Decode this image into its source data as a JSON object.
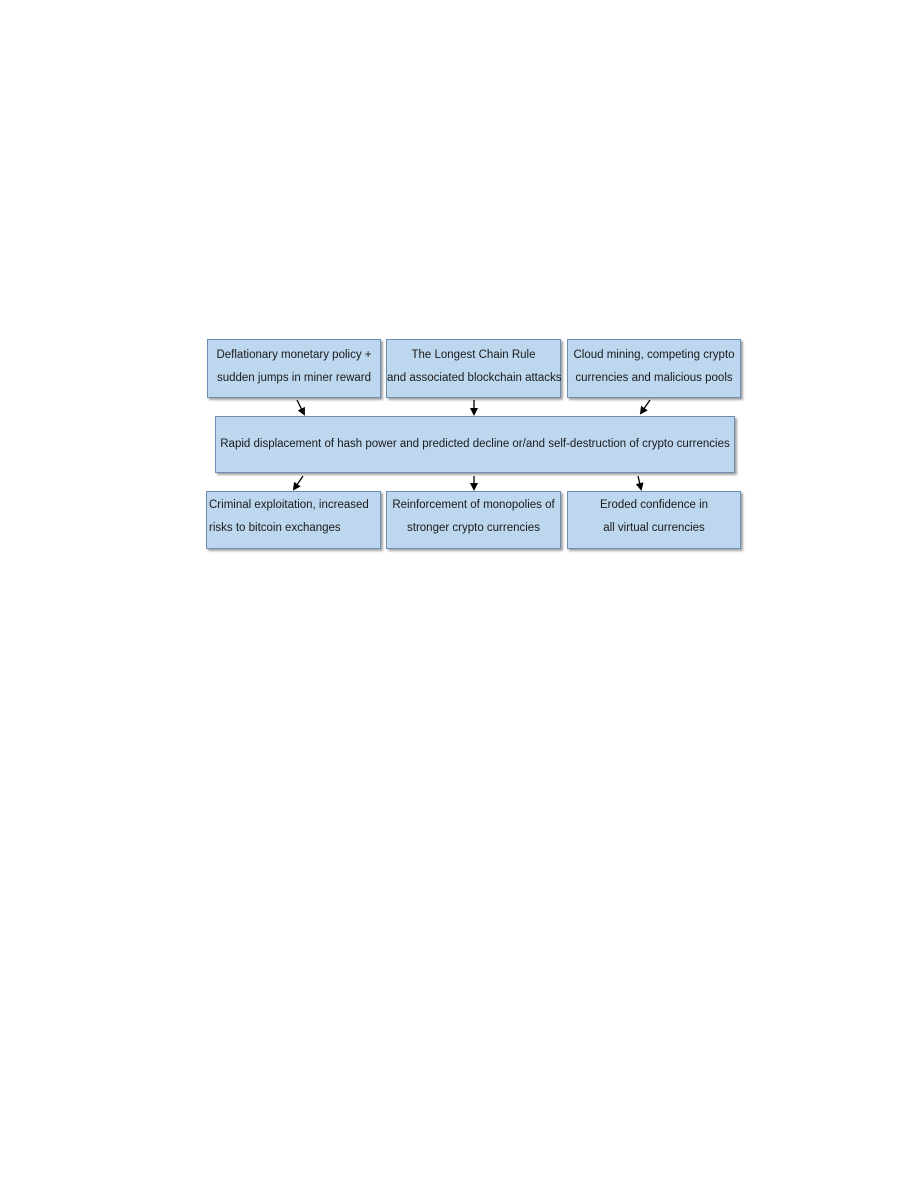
{
  "top_boxes": [
    {
      "lines": [
        "Deflationary monetary policy +",
        "sudden jumps in miner reward"
      ]
    },
    {
      "lines": [
        "The Longest Chain Rule",
        "and associated blockchain attacks"
      ]
    },
    {
      "lines": [
        "Cloud mining, competing crypto",
        "currencies and malicious pools"
      ]
    }
  ],
  "center_box": {
    "text": "Rapid displacement of hash power and predicted decline or/and self-destruction of crypto currencies"
  },
  "bottom_boxes": [
    {
      "lines": [
        "Criminal exploitation, increased",
        "risks to bitcoin exchanges"
      ]
    },
    {
      "lines": [
        "Reinforcement of monopolies of",
        "stronger crypto currencies"
      ]
    },
    {
      "lines": [
        "Eroded confidence in",
        "all virtual currencies"
      ]
    }
  ],
  "colors": {
    "box_fill": "#bdd7ee",
    "box_border": "#6f8db0",
    "arrow": "#000000"
  }
}
